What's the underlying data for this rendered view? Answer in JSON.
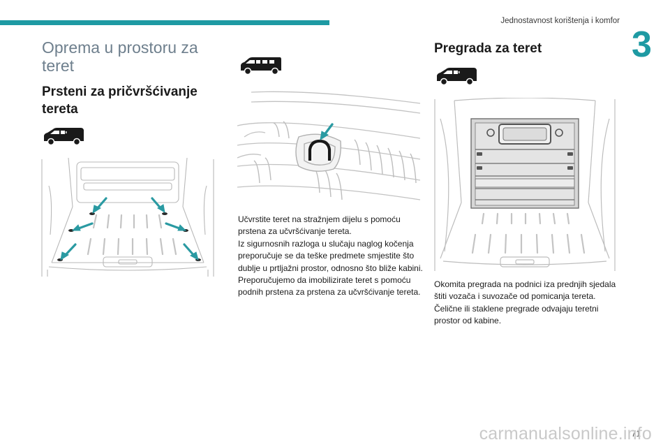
{
  "header": {
    "running_head": "Jednostavnost korištenja i komfor",
    "chapter_number": "3",
    "accent_color": "#1e9aa3"
  },
  "left_column": {
    "section_title": "Oprema u prostoru za teret",
    "heading": "Prsteni za pričvršćivanje tereta",
    "van_icon": "short-van-icon",
    "illustration": "load-floor-anchor-rings-illustration"
  },
  "middle_column": {
    "van_icon": "long-van-icon",
    "illustration": "rear-anchor-ring-closeup-illustration",
    "paragraphs": [
      "Učvrstite teret na stražnjem dijelu s pomoću prstena za učvršćivanje tereta.",
      "Iz sigurnosnih razloga u slučaju naglog kočenja preporučuje se da teške predmete smjestite što dublje u prtljažni prostor, odnosno što bliže kabini.",
      "Preporučujemo da imobilizirate teret s pomoću podnih prstena za prstena za učvršćivanje tereta."
    ]
  },
  "right_column": {
    "heading": "Pregrada za teret",
    "van_icon": "short-van-icon",
    "illustration": "cargo-partition-illustration",
    "paragraphs": [
      "Okomita pregrada na podnici iza prednjih sjedala štiti vozača i suvozače od pomicanja tereta.",
      "Čelične ili staklene pregrade odvajaju teretni prostor od kabine."
    ]
  },
  "footer": {
    "page_number": "71",
    "watermark": "carmanualsonline.info"
  }
}
